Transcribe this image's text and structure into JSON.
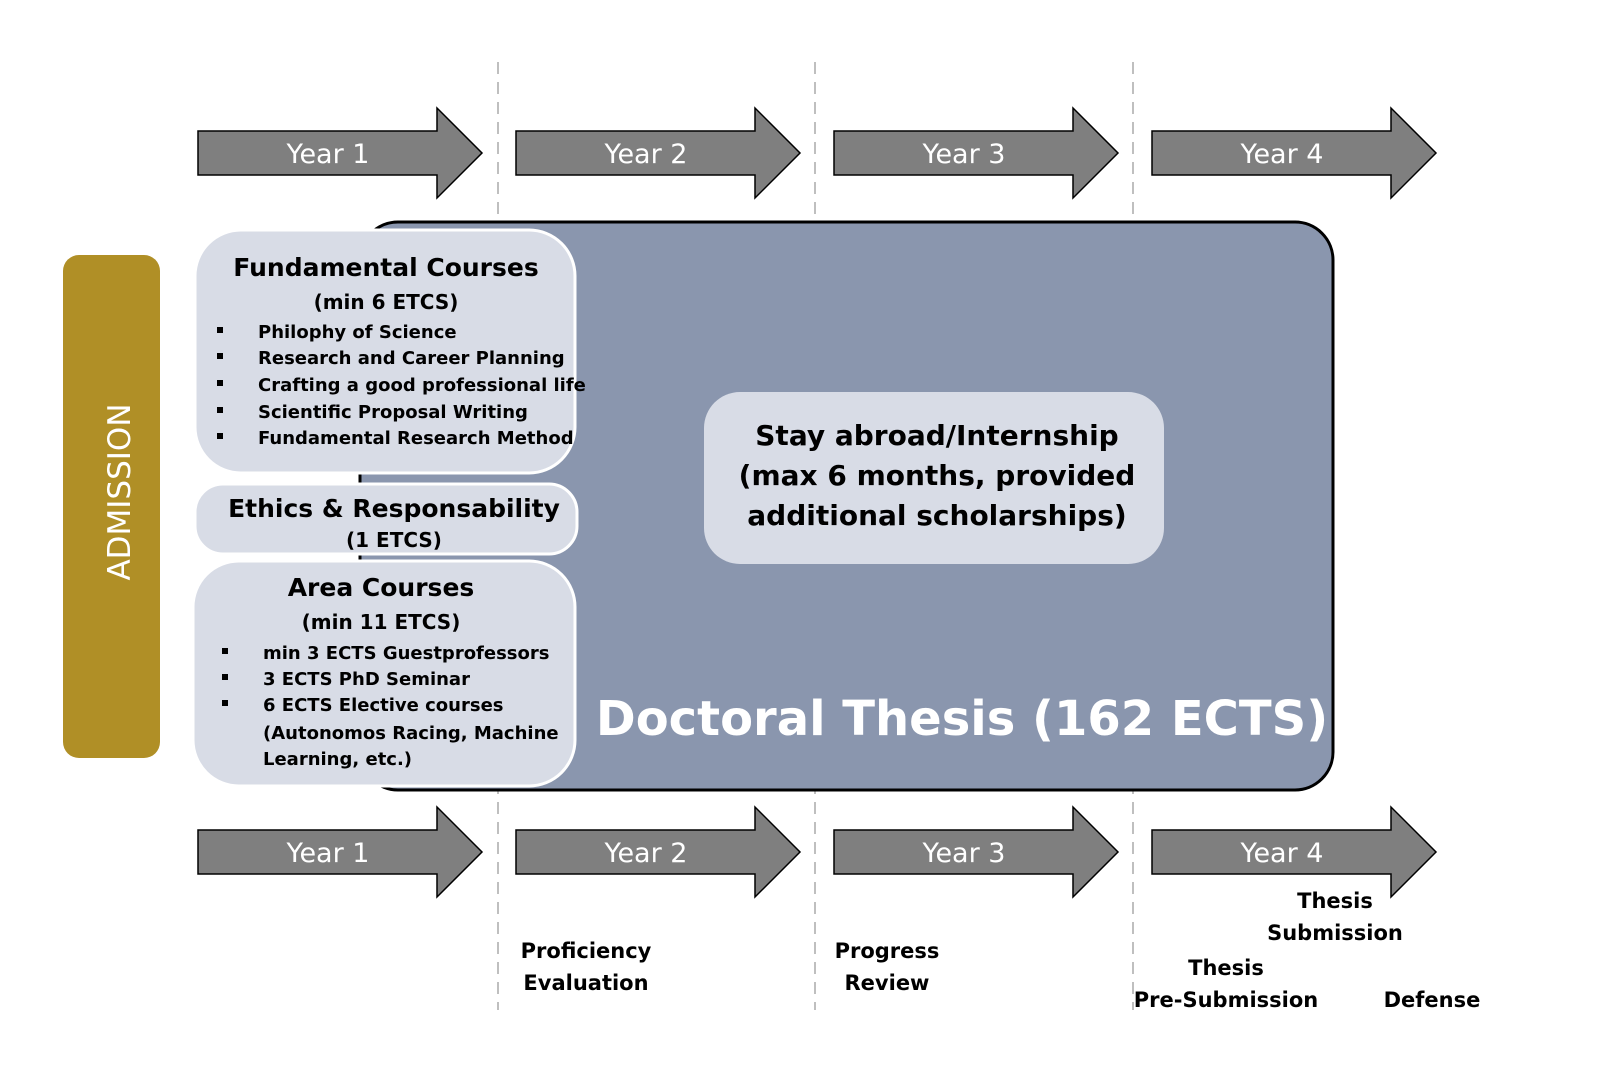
{
  "timeline": {
    "top_years": [
      "Year 1",
      "Year 2",
      "Year 3",
      "Year 4"
    ],
    "bottom_years": [
      "Year 1",
      "Year 2",
      "Year 3",
      "Year 4"
    ]
  },
  "admission": {
    "label": "ADMISSION"
  },
  "fundamental": {
    "title": "Fundamental Courses",
    "subtitle": "(min 6 ETCS)",
    "items": [
      "Philophy of Science",
      "Research and Career Planning",
      "Crafting a good professional life",
      "Scientific Proposal Writing",
      "Fundamental Research Method"
    ]
  },
  "ethics": {
    "title": "Ethics & Responsability",
    "subtitle": "(1 ETCS)"
  },
  "area": {
    "title": "Area Courses",
    "subtitle": "(min 11 ETCS)",
    "items": [
      "min 3 ECTS Guestprofessors",
      "3 ECTS PhD Seminar",
      "6 ECTS Elective courses",
      "(Autonomos Racing, Machine",
      "Learning, etc.)"
    ]
  },
  "stay": {
    "lines": [
      "Stay abroad/Internship",
      "(max 6 months, provided",
      "additional scholarships)"
    ]
  },
  "thesis": {
    "label": "Doctoral Thesis (162 ECTS)"
  },
  "milestones": {
    "proficiency": [
      "Proficiency",
      "Evaluation"
    ],
    "progress": [
      "Progress",
      "Review"
    ],
    "presubmission": [
      "Thesis",
      "Pre-Submission"
    ],
    "submission": [
      "Thesis",
      "Submission"
    ],
    "defense": "Defense"
  },
  "colors": {
    "arrow": "#7f7f7f",
    "admission": "#b08f26",
    "thesis": "#8a96ae",
    "course_box": "#d8dce6",
    "dashed_line": "#bfbfbf"
  }
}
